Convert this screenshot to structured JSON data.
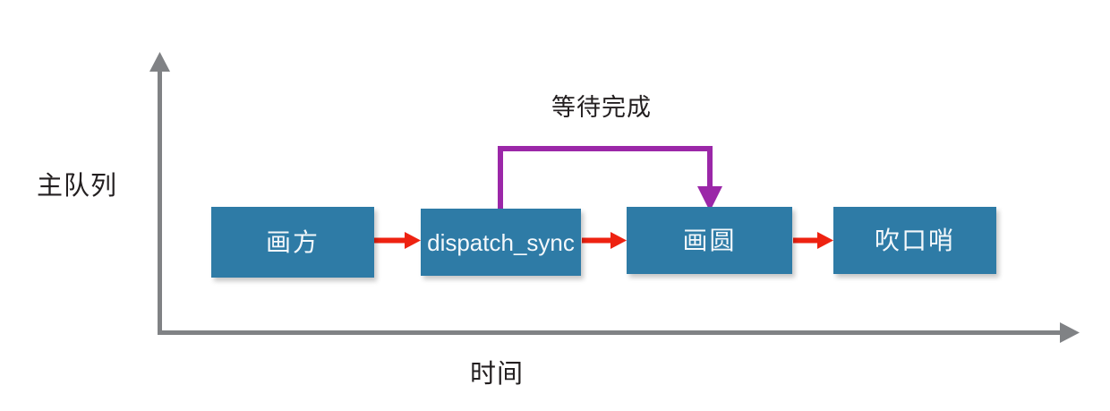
{
  "diagram": {
    "title_axes": {
      "y_label": "主队列",
      "x_label": "时间"
    },
    "annotation": {
      "label": "等待完成",
      "color": "#9b27a8"
    },
    "tasks": [
      {
        "id": "draw-square",
        "label": "画方",
        "script": "cjk"
      },
      {
        "id": "dispatch-sync",
        "label": "dispatch_sync",
        "script": "latin"
      },
      {
        "id": "draw-circle",
        "label": "画圆",
        "script": "cjk"
      },
      {
        "id": "whistle",
        "label": "吹口哨",
        "script": "cjk"
      }
    ],
    "colors": {
      "box_fill": "#2e7ba6",
      "box_text": "#f4f8fb",
      "flow_arrow": "#ee2211",
      "wait_arrow": "#9b27a8",
      "axis": "#808285",
      "text": "#231f20",
      "background": "#ffffff"
    },
    "flow_arrows": [
      {
        "from": "draw-square",
        "to": "dispatch-sync"
      },
      {
        "from": "dispatch-sync",
        "to": "draw-circle"
      },
      {
        "from": "draw-circle",
        "to": "whistle"
      }
    ],
    "wait_arrow": {
      "from": "dispatch-sync",
      "to": "draw-circle",
      "label": "等待完成"
    }
  }
}
